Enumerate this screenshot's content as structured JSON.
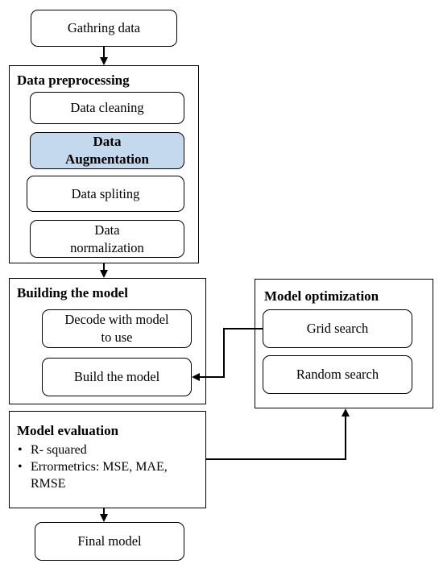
{
  "colors": {
    "stroke": "#000000",
    "highlight_fill": "#c5d9ee"
  },
  "nodes": {
    "gathering": "Gathring data",
    "final": "Final model"
  },
  "preprocessing": {
    "title": "Data preprocessing",
    "cleaning": "Data cleaning",
    "augmentation": "Data Augmentation",
    "splitting": "Data spliting",
    "normalization": "Data normalization"
  },
  "building": {
    "title": "Building the model",
    "decode": "Decode with model to use",
    "build": "Build the model"
  },
  "optimization": {
    "title": "Model optimization",
    "grid": "Grid search",
    "random": "Random search"
  },
  "evaluation": {
    "title": "Model evaluation",
    "bullet_glyph": "•",
    "items": [
      "R- squared",
      "Errormetrics: MSE, MAE, RMSE"
    ]
  },
  "edges": [
    [
      "gathering",
      "preprocessing"
    ],
    [
      "preprocessing",
      "building"
    ],
    [
      "optimization.grid",
      "building.build"
    ],
    [
      "evaluation",
      "optimization"
    ],
    [
      "evaluation",
      "final"
    ]
  ]
}
